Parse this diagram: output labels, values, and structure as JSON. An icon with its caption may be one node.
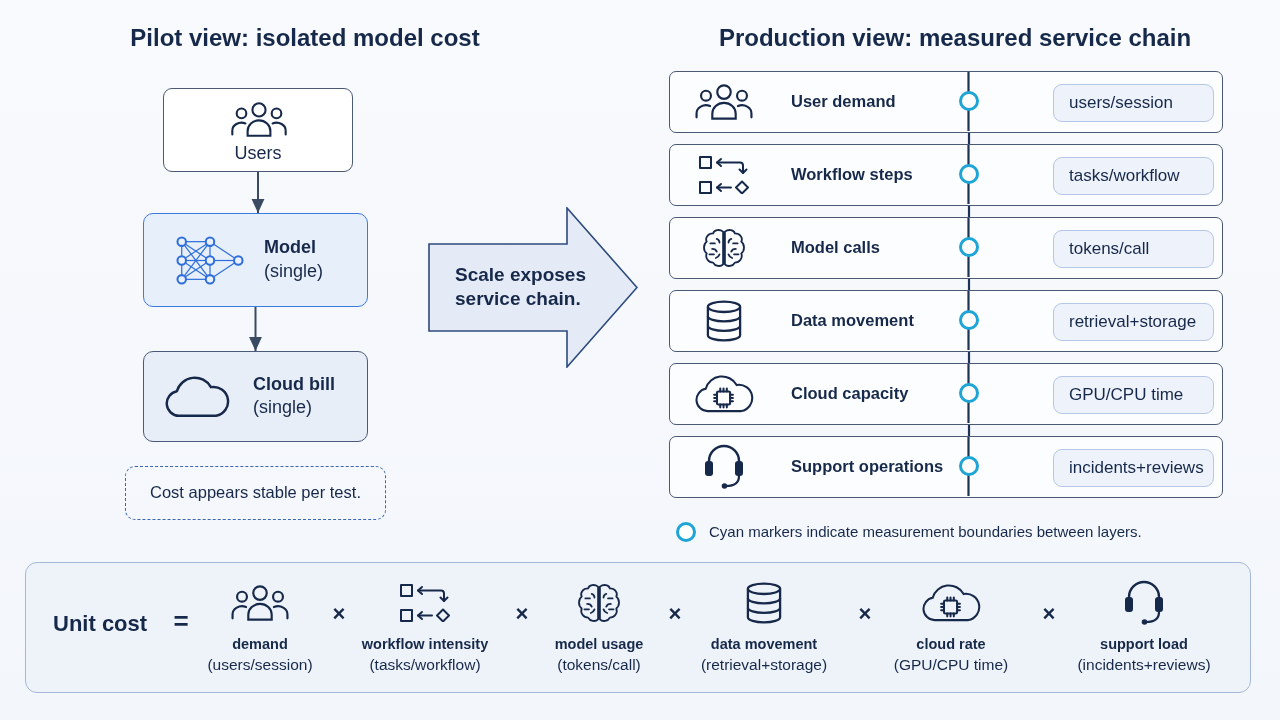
{
  "diagram": {
    "nodes": [
      {
        "text": [
          "Users"
        ]
      },
      {
        "text": [
          "Model",
          "(single)"
        ]
      },
      {
        "text": [
          "Cloud bill",
          "(single)"
        ]
      },
      {
        "text": [
          "Cost appears stable per test."
        ]
      },
      {
        "text": [
          "Scale exposes service chain."
        ]
      },
      {
        "text": [
          "User demand"
        ]
      },
      {
        "text": [
          "users/session"
        ],
        "in": 5
      },
      {
        "text": [
          "Workflow steps"
        ]
      },
      {
        "text": [
          "tasks/workflow"
        ],
        "in": 7
      },
      {
        "text": [
          "Model calls"
        ]
      },
      {
        "text": [
          "tokens/call"
        ],
        "in": 9
      },
      {
        "text": [
          "Data movement"
        ]
      },
      {
        "text": [
          "retrieval+storage"
        ],
        "in": 11
      },
      {
        "text": [
          "Cloud capacity"
        ]
      },
      {
        "text": [
          "GPU/CPU time"
        ],
        "in": 13
      },
      {
        "text": [
          "Support operations"
        ]
      },
      {
        "text": [
          "incidents+reviews"
        ],
        "in": 15
      },
      {
        "text": [
          "Unit cost",
          "=",
          "demand",
          "(users/session)",
          "×",
          "workflow intensity",
          "(tasks/workflow)",
          "×",
          "model usage",
          "(tokens/call)",
          "×",
          "data movement",
          "(retrieval+storage)",
          "×",
          "cloud rate",
          "(GPU/CPU time)",
          "×",
          "support load",
          "(incidents+reviews)"
        ]
      }
    ],
    "edges": [
      {
        "from": 0,
        "to": 1,
        "arrow": "to"
      },
      {
        "from": 1,
        "to": 2,
        "arrow": "to"
      },
      {
        "from": 5,
        "to": 7,
        "arrow": "none"
      },
      {
        "from": 7,
        "to": 9,
        "arrow": "none"
      },
      {
        "from": 9,
        "to": 11,
        "arrow": "none"
      },
      {
        "from": 11,
        "to": 13,
        "arrow": "none"
      },
      {
        "from": 13,
        "to": 15,
        "arrow": "none"
      }
    ],
    "labels": [
      "Pilot view: isolated model cost",
      "Production view: measured service chain"
    ],
    "legend": [
      {
        "text": "Cyan markers indicate measurement boundaries between layers."
      }
    ]
  }
}
